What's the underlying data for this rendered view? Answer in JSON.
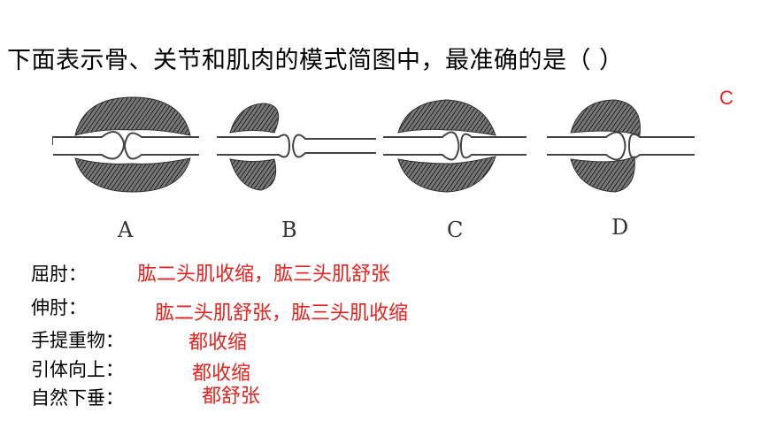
{
  "question": "下面表示骨、关节和肌肉的模式简图中，最准确的是（    ）",
  "answer": "C",
  "options": [
    "A",
    "B",
    "C",
    "D"
  ],
  "rows": [
    {
      "label": "屈肘：",
      "answer": "肱二头肌收缩，肱三头肌舒张"
    },
    {
      "label": "伸肘：",
      "answer": "肱二头肌舒张，肱三头肌收缩"
    },
    {
      "label": "手提重物：",
      "answer": "都收缩"
    },
    {
      "label": "引体向上：",
      "answer": "都收缩"
    },
    {
      "label": "自然下垂：",
      "answer": "都舒张"
    }
  ],
  "colors": {
    "answer": "#e8231f",
    "text": "#000000"
  }
}
